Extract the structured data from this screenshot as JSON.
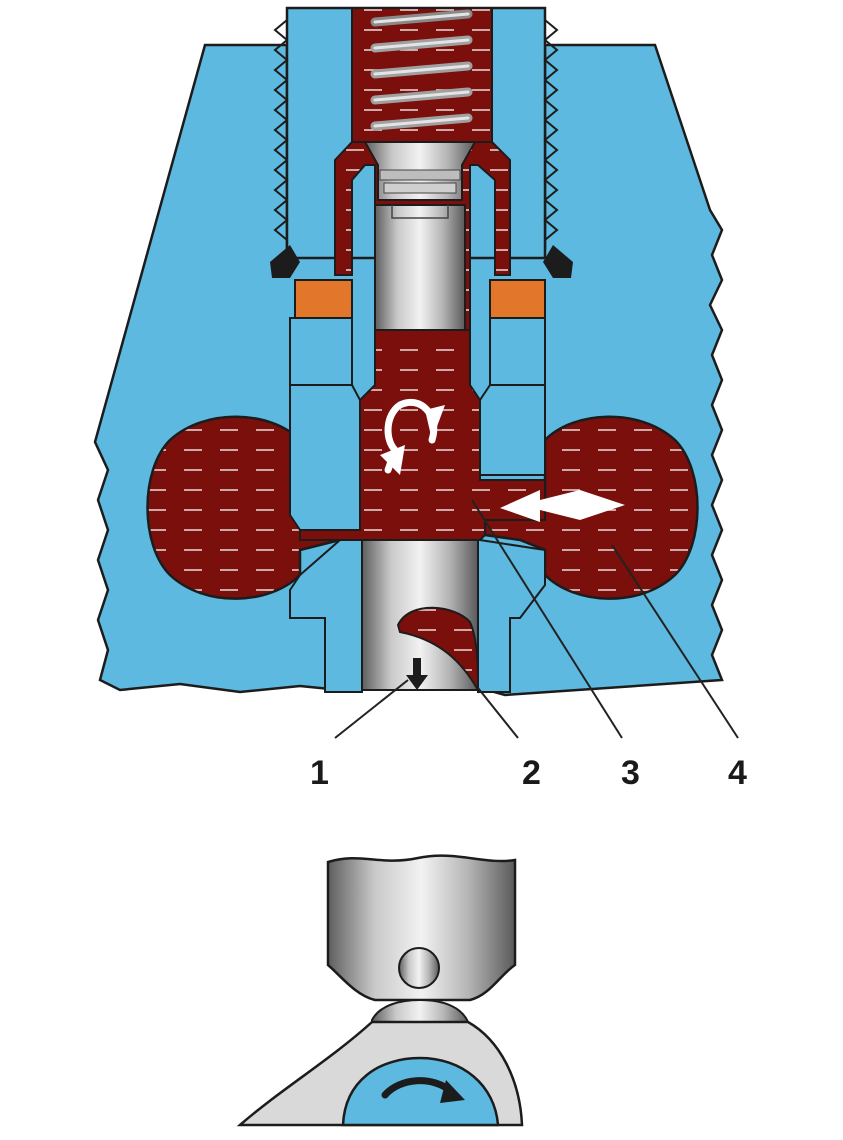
{
  "callouts": [
    {
      "id": "1",
      "text": "1"
    },
    {
      "id": "2",
      "text": "2"
    },
    {
      "id": "3",
      "text": "3"
    },
    {
      "id": "4",
      "text": "4"
    }
  ],
  "colors": {
    "housing": "#5db9df",
    "outline": "#1c1c1c",
    "fuel": "#7a0f0c",
    "fuel_dark": "#4d0807",
    "metal_light": "#e6e6e6",
    "metal_mid": "#a7a7a7",
    "metal_dark": "#5a5a5a",
    "seal": "#e2762b",
    "arrow": "#ffffff",
    "leader": "#222222"
  }
}
